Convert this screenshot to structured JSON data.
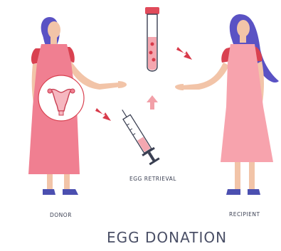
{
  "labels": {
    "donor": "DONOR",
    "retrieval": "EGG RETRIEVAL",
    "recipient": "RECIPIENT",
    "title": "EGG DONATION"
  },
  "icons": {
    "donor": "woman-donor-figure",
    "uterus": "uterus-icon",
    "tube": "test-tube-icon",
    "syringe": "syringe-icon",
    "recipient": "woman-recipient-figure"
  },
  "colors": {
    "dress": "#f07f91",
    "dress_light": "#f7a3ad",
    "sleeves": "#d94150",
    "hair": "#5a52c4",
    "skin": "#f2c4a8",
    "shoes": "#4b4fb0",
    "arrow": "#d83a4a",
    "arrow_pink": "#f2a0a8",
    "ink": "#3a3f52"
  }
}
